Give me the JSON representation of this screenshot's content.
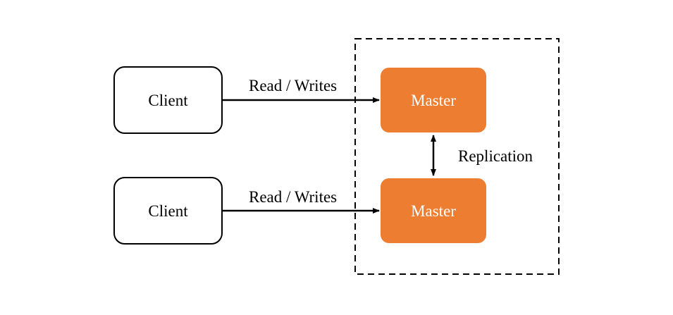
{
  "diagram": {
    "nodes": {
      "client_1": {
        "label": "Client"
      },
      "client_2": {
        "label": "Client"
      },
      "master_1": {
        "label": "Master"
      },
      "master_2": {
        "label": "Master"
      }
    },
    "edges": {
      "client_1_to_master_1": {
        "label": "Read / Writes"
      },
      "client_2_to_master_2": {
        "label": "Read / Writes"
      },
      "master_1_master_2": {
        "label": "Replication"
      }
    },
    "colors": {
      "master_fill": "#ED7D31",
      "stroke": "#000000",
      "client_text": "#000000",
      "master_text": "#FFFFFF"
    }
  }
}
